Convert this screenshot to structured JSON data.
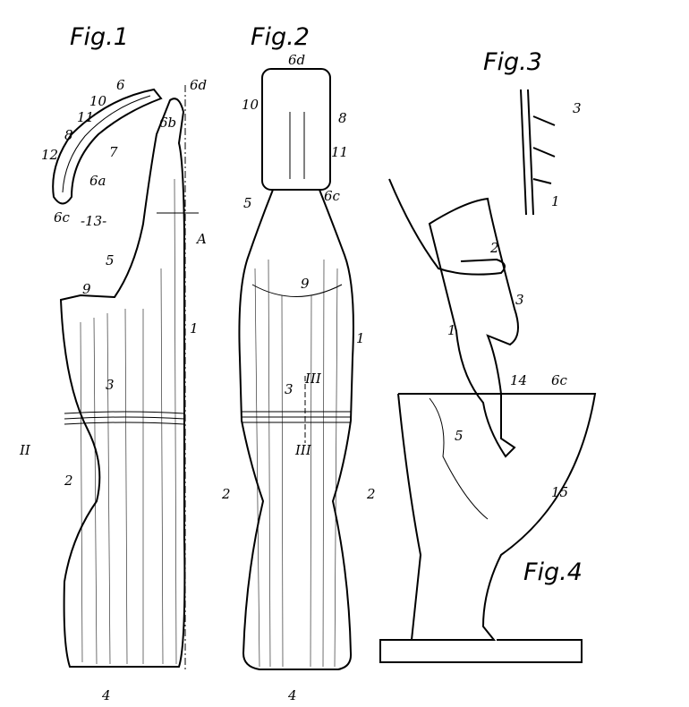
{
  "figures": {
    "fig1": {
      "title": "Fig.1",
      "labels": {
        "l6d": "6d",
        "l6": "6",
        "l10": "10",
        "l11": "11",
        "l8": "8",
        "l12": "12",
        "l6b": "6b",
        "l7": "7",
        "l6a": "6a",
        "l6c": "6c",
        "l13": "-13-",
        "l5": "5",
        "lA": "A",
        "l9": "9",
        "l1": "1",
        "l3": "3",
        "lII": "II",
        "l2": "2",
        "l4": "4"
      }
    },
    "fig2": {
      "title": "Fig.2",
      "labels": {
        "l6d": "6d",
        "l10": "10",
        "l8": "8",
        "l11": "11",
        "l5": "5",
        "l6c": "6c",
        "l9": "9",
        "l1": "1",
        "lIIIa": "III",
        "l3": "3",
        "lIIIb": "III",
        "l2a": "2",
        "l2b": "2",
        "l4": "4"
      }
    },
    "fig3": {
      "title": "Fig.3",
      "labels": {
        "l3": "3",
        "l1": "1"
      }
    },
    "fig4": {
      "title": "Fig.4",
      "labels": {
        "l2": "2",
        "l3": "3",
        "l1": "1",
        "l14": "14",
        "l6c": "6c",
        "l5": "5",
        "l15": "15"
      }
    }
  }
}
